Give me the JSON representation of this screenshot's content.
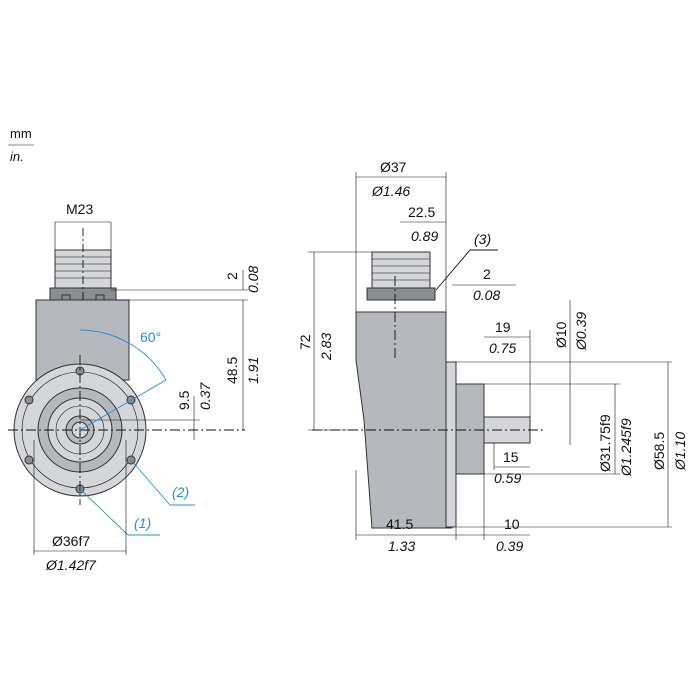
{
  "units": {
    "metric": "mm",
    "imperial": "in."
  },
  "labels": {
    "connector": "M23",
    "angle": "60°",
    "note_1": "(1)",
    "note_2": "(2)",
    "note_3": "(3)"
  },
  "front_view": {
    "dim_2_mm": "2",
    "dim_2_in": "0.08",
    "dim_48_5_mm": "48.5",
    "dim_48_5_in": "1.91",
    "dim_9_5_mm": "9.5",
    "dim_9_5_in": "0.37",
    "dia_36_mm": "Ø36f7",
    "dia_36_in": "Ø1.42f7"
  },
  "side_view": {
    "dia_37_mm": "Ø37",
    "dia_37_in": "Ø1.46",
    "dim_22_5_mm": "22.5",
    "dim_22_5_in": "0.89",
    "dim_2_mm": "2",
    "dim_2_in": "0.08",
    "dim_72_mm": "72",
    "dim_72_in": "2.83",
    "dim_19_mm": "19",
    "dim_19_in": "0.75",
    "dia_10_mm": "Ø10",
    "dia_10_in": "Ø0.39",
    "dia_31_75_mm": "Ø31.75f9",
    "dia_31_75_in": "Ø1.245f9",
    "dia_58_5_mm": "Ø58.5",
    "dia_58_5_in": "Ø1.10",
    "dim_15_mm": "15",
    "dim_15_in": "0.59",
    "dim_41_5_mm": "41.5",
    "dim_41_5_in": "1.33",
    "dim_10_mm": "10",
    "dim_10_in": "0.39"
  }
}
